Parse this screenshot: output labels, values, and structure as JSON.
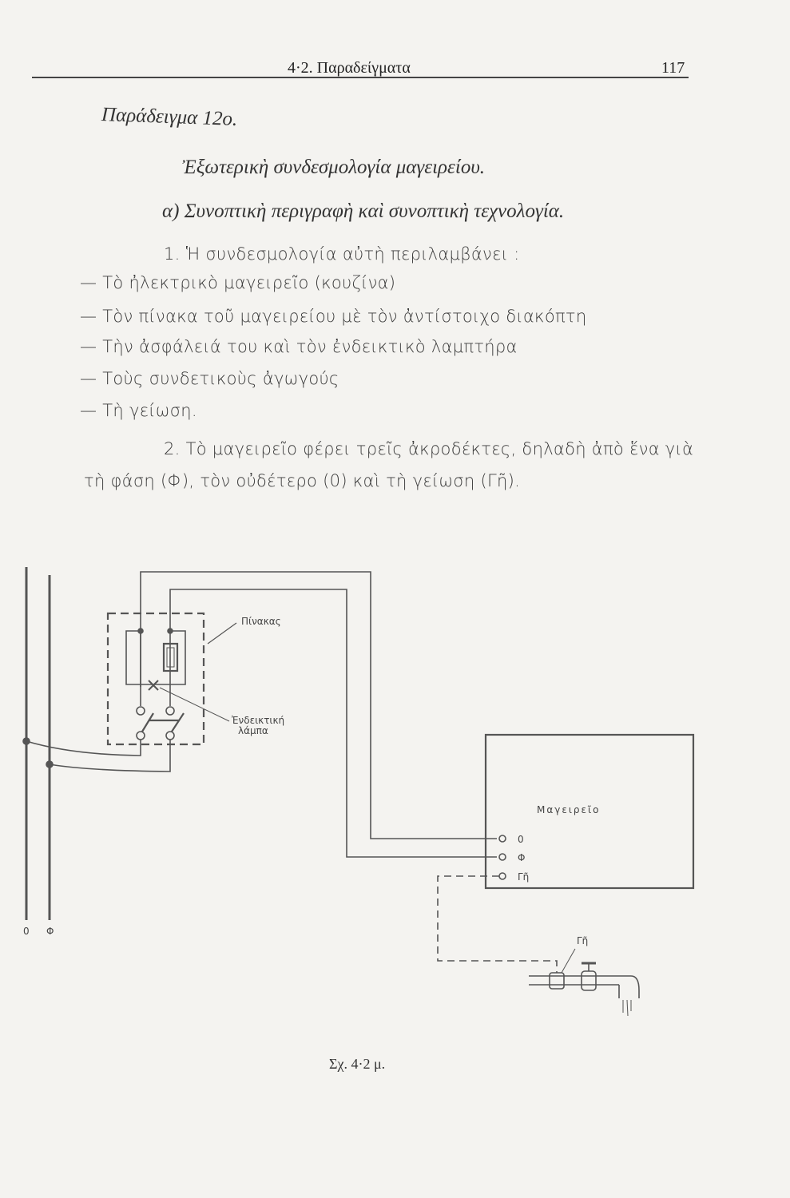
{
  "header": {
    "section": "4·2. Παραδείγματα",
    "page_number": "117"
  },
  "example_title": "Παράδειγμα 12ο.",
  "subtitle": "Ἐξωτερικὴ συνδεσμολογία μαγειρείου.",
  "section_a": "α) Συνοπτικὴ περιγραφὴ καὶ συνοπτικὴ τεχνολογία.",
  "item1_intro": "1. Ἡ συνδεσμολογία αὐτὴ περιλαμβάνει :",
  "item1_list": [
    "— Τὸ ἠλεκτρικὸ μαγειρεῖο (κουζίνα)",
    "— Τὸν πίνακα τοῦ μαγειρείου μὲ τὸν ἀντίστοιχο διακόπτη",
    "— Τὴν ἀσφάλειά του καὶ τὸν ἐνδεικτικὸ λαμπτήρα",
    "— Τοὺς συνδετικοὺς ἀγωγούς",
    "— Τὴ γείωση."
  ],
  "item2_line1": "2. Τὸ μαγειρεῖο φέρει τρεῖς ἀκροδέκτες, δηλαδὴ ἀπὸ ἕνα γιὰ",
  "item2_line2": "τὴ φάση (Φ), τὸν οὐδέτερο (0) καὶ τὴ γείωση (Γῆ).",
  "diagram": {
    "panel_label": "Πίνακας",
    "lamp_label_1": "Ἐνδεικτική",
    "lamp_label_2": "λάμπα",
    "kitchen_label": "Μαγειρεῖο",
    "terminal_neutral": "0",
    "terminal_phase": "Φ",
    "terminal_ground": "Γῆ",
    "bus_neutral": "0",
    "bus_phase": "Φ",
    "ground_label": "Γῆ"
  },
  "caption": "Σχ. 4·2 μ."
}
